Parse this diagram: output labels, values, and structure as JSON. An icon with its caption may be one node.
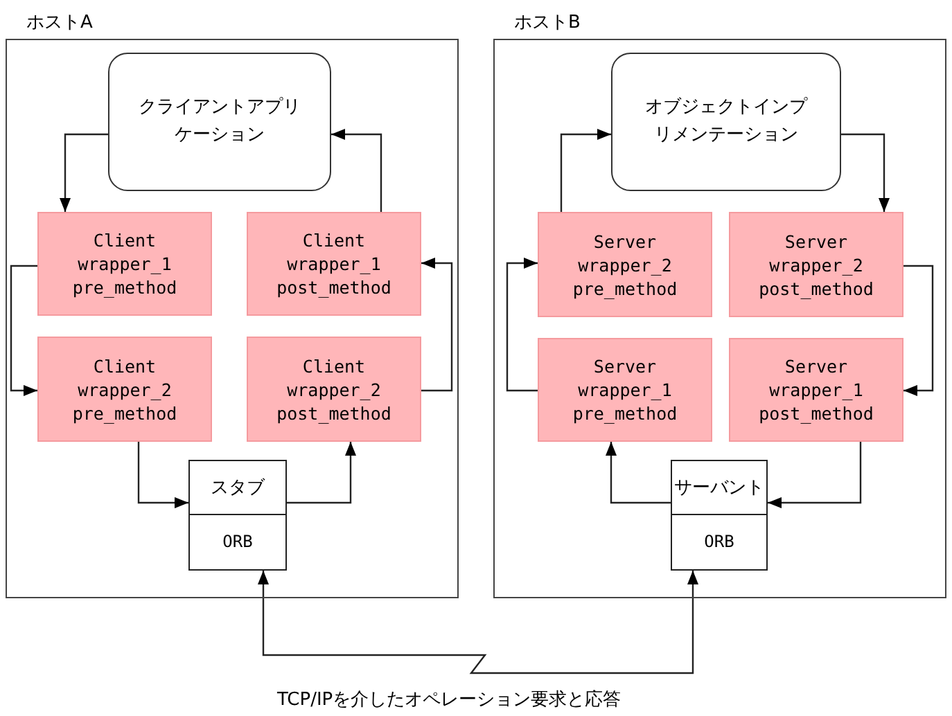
{
  "diagram": {
    "nodes": [
      {
        "text": [
          "ホストA"
        ]
      },
      {
        "text": [
          "クライアントアプリケーション"
        ],
        "in": 0
      },
      {
        "text": [
          "Client wrapper_1 pre_method"
        ],
        "in": 0
      },
      {
        "text": [
          "Client wrapper_1 post_method"
        ],
        "in": 0
      },
      {
        "text": [
          "Client wrapper_2 pre_method"
        ],
        "in": 0
      },
      {
        "text": [
          "Client wrapper_2 post_method"
        ],
        "in": 0
      },
      {
        "text": [
          "スタブ"
        ],
        "in": 0
      },
      {
        "text": [
          "ORB"
        ],
        "in": 0
      },
      {
        "text": [
          "ホストB"
        ]
      },
      {
        "text": [
          "オブジェクトインプリメンテーション"
        ],
        "in": 8
      },
      {
        "text": [
          "Server wrapper_2 pre_method"
        ],
        "in": 8
      },
      {
        "text": [
          "Server wrapper_2 post_method"
        ],
        "in": 8
      },
      {
        "text": [
          "Server wrapper_1 pre_method"
        ],
        "in": 8
      },
      {
        "text": [
          "Server wrapper_1 post_method"
        ],
        "in": 8
      },
      {
        "text": [
          "サーバント"
        ],
        "in": 8
      },
      {
        "text": [
          "ORB"
        ],
        "in": 8
      }
    ],
    "edges": [
      {
        "from": 1,
        "to": 2,
        "arrow": "to"
      },
      {
        "from": 2,
        "to": 4,
        "arrow": "to"
      },
      {
        "from": 4,
        "to": 6,
        "arrow": "to"
      },
      {
        "from": 6,
        "to": 5,
        "arrow": "to"
      },
      {
        "from": 5,
        "to": 3,
        "arrow": "to"
      },
      {
        "from": 3,
        "to": 1,
        "arrow": "to"
      },
      {
        "from": 7,
        "to": 15,
        "arrow": "both",
        "label": "TCP/IPを介したオペレーション要求と応答"
      },
      {
        "from": 14,
        "to": 12,
        "arrow": "to"
      },
      {
        "from": 12,
        "to": 10,
        "arrow": "to"
      },
      {
        "from": 10,
        "to": 9,
        "arrow": "to"
      },
      {
        "from": 9,
        "to": 11,
        "arrow": "to"
      },
      {
        "from": 11,
        "to": 13,
        "arrow": "to"
      },
      {
        "from": 13,
        "to": 14,
        "arrow": "to"
      }
    ]
  }
}
